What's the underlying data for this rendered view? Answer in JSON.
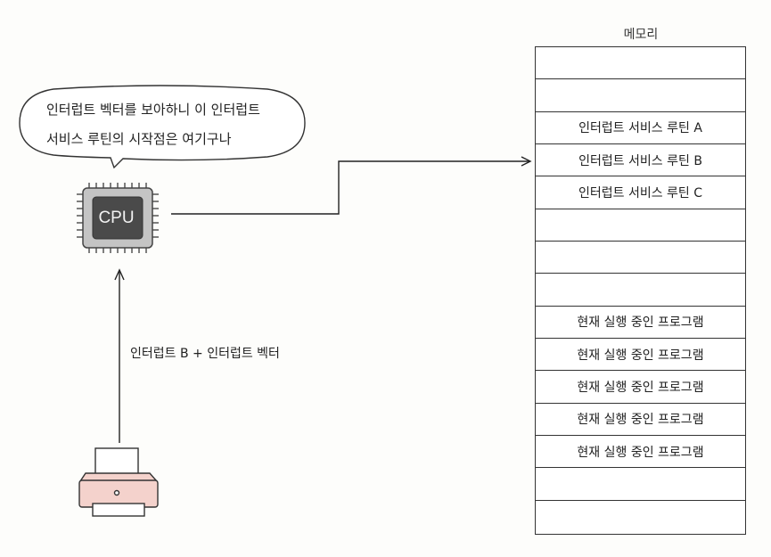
{
  "speech_bubble": {
    "lines": [
      "인터럽트 벡터를 보아하니 이 인터럽트",
      "서비스 루틴의 시작점은 여기구나"
    ]
  },
  "cpu": {
    "label": "CPU",
    "colors": {
      "chip": "#c4c4c4",
      "core": "#4a4a4a"
    }
  },
  "interrupt_signal": {
    "label": "인터럽트 B + 인터럽트 벡터"
  },
  "printer": {
    "colors": {
      "body": "#f4d2cc",
      "paper": "#ffffff"
    }
  },
  "memory": {
    "title": "메모리",
    "rows": [
      "",
      "",
      "인터럽트 서비스 루틴 A",
      "인터럽트 서비스 루틴 B",
      "인터럽트 서비스 루틴 C",
      "",
      "",
      "",
      "현재 실행 중인 프로그램",
      "현재 실행 중인 프로그램",
      "현재 실행 중인 프로그램",
      "현재 실행 중인 프로그램",
      "현재 실행 중인 프로그램",
      "",
      ""
    ]
  }
}
